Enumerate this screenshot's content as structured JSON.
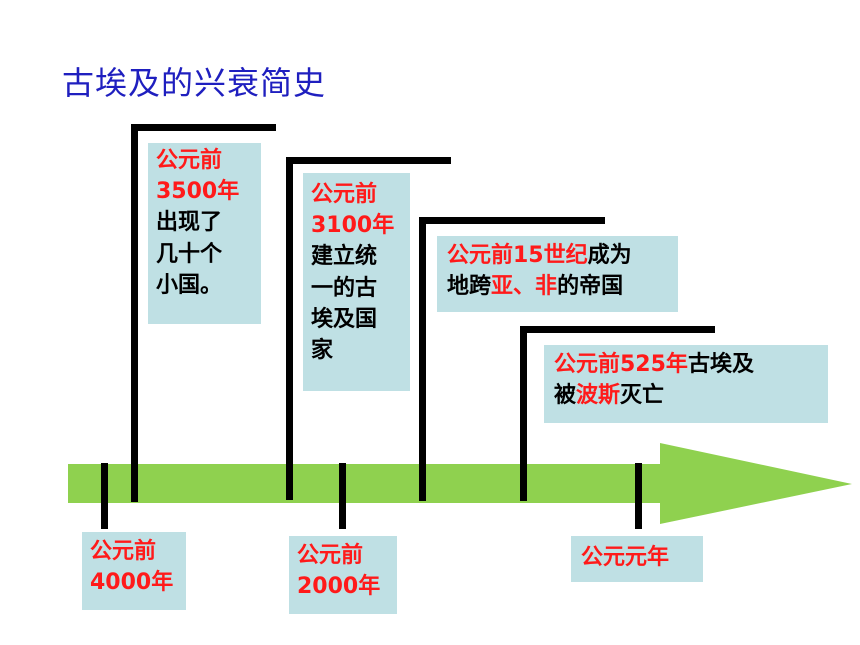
{
  "title": "古埃及的兴衰简史",
  "colors": {
    "title": "#1f1fbf",
    "highlight": "#ff1a1a",
    "box": "#bfe0e4",
    "arrow": "#8fd14f",
    "line": "#000000"
  },
  "events": [
    {
      "l1_red": "公元前",
      "l2_red": "3500年",
      "l3": "出现了",
      "l4": "几十个",
      "l5": "小国。"
    },
    {
      "l1_red": "公元前",
      "l2_red": "3100年",
      "l3": "建立统",
      "l4": "一的古",
      "l5": "埃及国",
      "l6": "家"
    },
    {
      "l1_red": "公元前15世纪",
      "l1_black": "成为",
      "l2a": "地跨",
      "l2_red1": "亚",
      "l2_sep": "、",
      "l2_red2": "非",
      "l2b": "的帝国"
    },
    {
      "l1_red": "公元前525年",
      "l1_black": "古埃及",
      "l2a": "被",
      "l2_red": "波斯",
      "l2b": "灭亡"
    }
  ],
  "ticks": [
    {
      "line1": "公元前",
      "line2": "4000年"
    },
    {
      "line1": "公元前",
      "line2": "2000年"
    },
    {
      "line1": "公元元年"
    }
  ]
}
